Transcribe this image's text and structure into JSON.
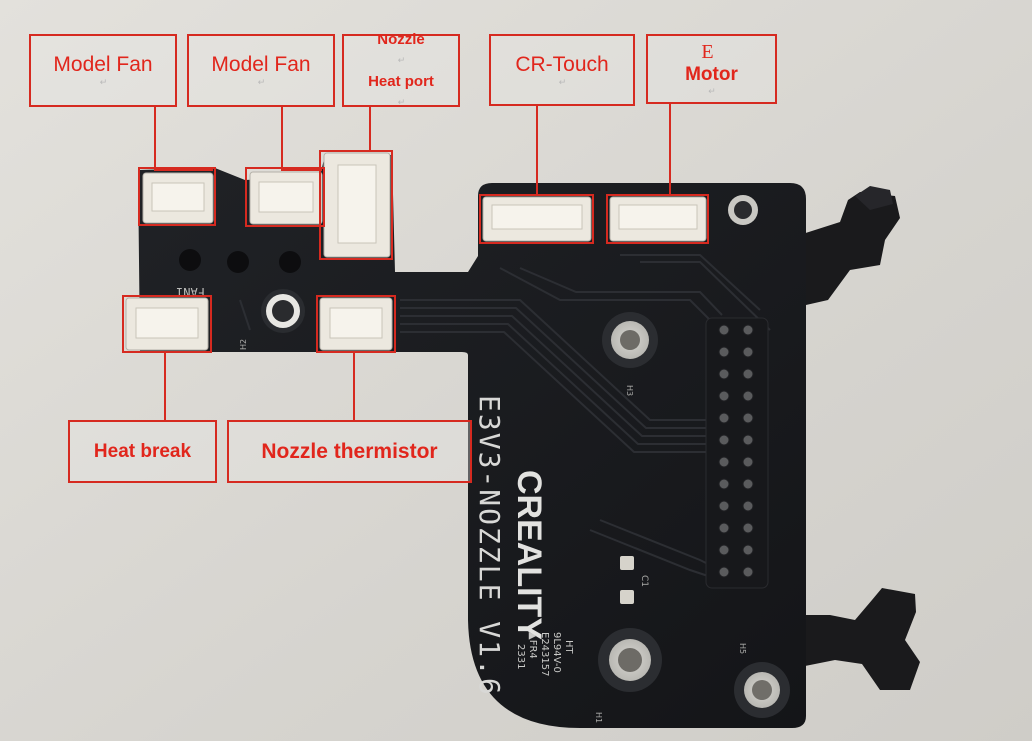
{
  "labels": {
    "model_fan_1": "Model Fan",
    "model_fan_2": "Model Fan",
    "nozzle_heat_port_line1": "Nozzle",
    "nozzle_heat_port_line2": "Heat port",
    "cr_touch": "CR-Touch",
    "e_motor_prefix": "E",
    "e_motor": "Motor",
    "heat_break": "Heat break",
    "nozzle_thermistor": "Nozzle thermistor",
    "return_mark": "↵"
  },
  "board": {
    "brand": "CREALITY",
    "model": "E3V3-NOZZLE V1.6",
    "silk_h1": "H1",
    "silk_h2": "H2",
    "silk_h3": "H3",
    "silk_h5": "H5",
    "silk_c1": "C1",
    "silk_fan1": "FAN1",
    "cert_1": "HT",
    "cert_2": "9L94V-0",
    "cert_3": "E243157",
    "cert_4": "▲FR4",
    "cert_5": "2331"
  },
  "colors": {
    "annotation": "#d62a20",
    "pcb": "#1b1c1f",
    "background": "#d9d7d2",
    "connector": "#e9e5dc"
  }
}
